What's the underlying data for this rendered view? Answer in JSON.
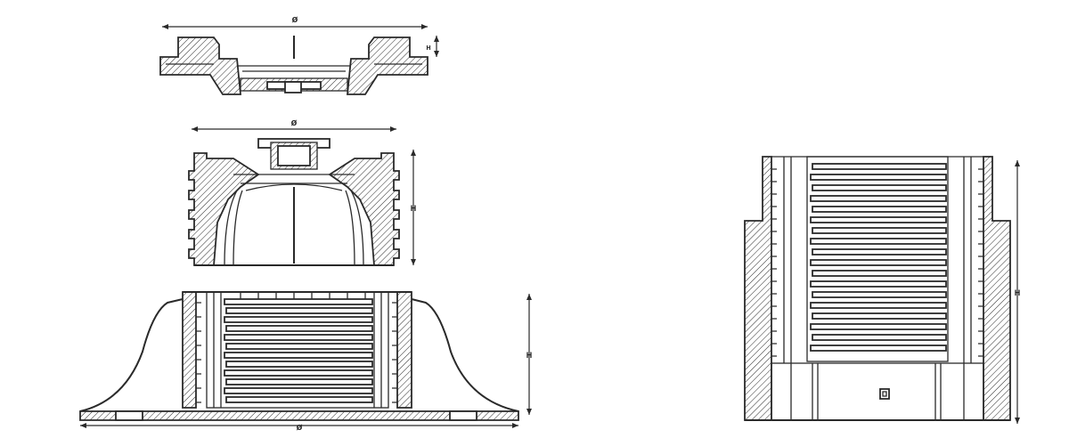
{
  "labels": {
    "diameter": "ø",
    "height": "H"
  },
  "views": {
    "cap": "cap-section",
    "adapter": "adapter-section",
    "base": "base-section",
    "extension": "extension-section"
  },
  "colors": {
    "line": "#2a2a2a",
    "background": "#ffffff"
  }
}
